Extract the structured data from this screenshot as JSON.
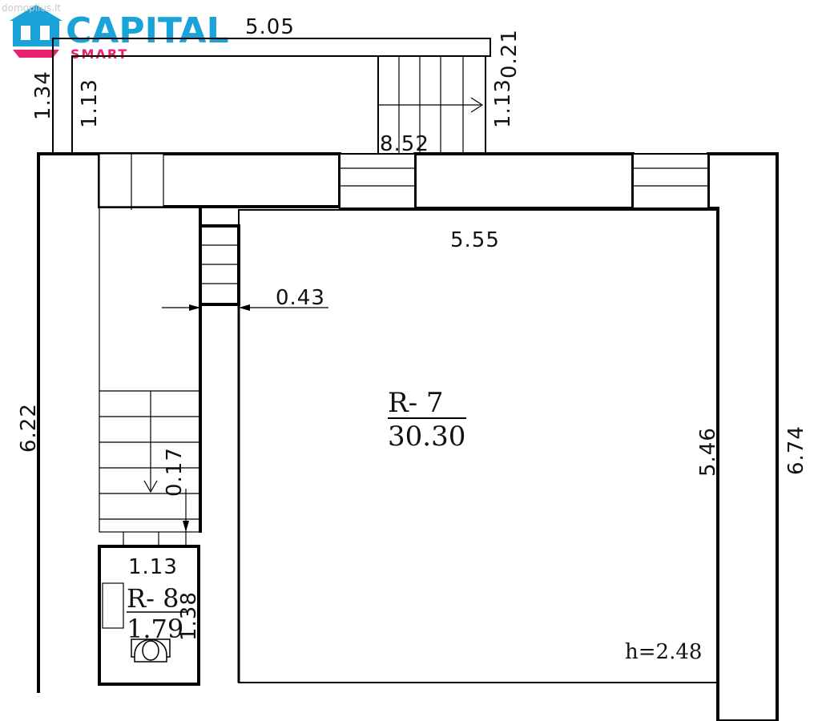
{
  "watermark": "domoplius.lt",
  "brand": {
    "name": "CAPITAL",
    "sub": "SMART",
    "color": "#1aa3d9",
    "accent": "#e8206e"
  },
  "dimensions": {
    "top_stair_width": "5.05",
    "left_outer": "1.34",
    "left_inner": "1.13",
    "stair_right": "1.13",
    "stair_right_small": "0.21",
    "stair_bottom": "8.52",
    "room_width": "5.55",
    "wall_thickness": "0.43",
    "left_height": "6.22",
    "right_inner": "5.46",
    "right_outer": "6.74",
    "corridor_step": "0.17",
    "wc_width": "1.13",
    "wc_height": "1.38"
  },
  "rooms": {
    "main": {
      "code": "R- 7",
      "area": "30.30"
    },
    "wc": {
      "code": "R- 8",
      "area": "1.79"
    }
  },
  "ceiling_height": "h=2.48"
}
